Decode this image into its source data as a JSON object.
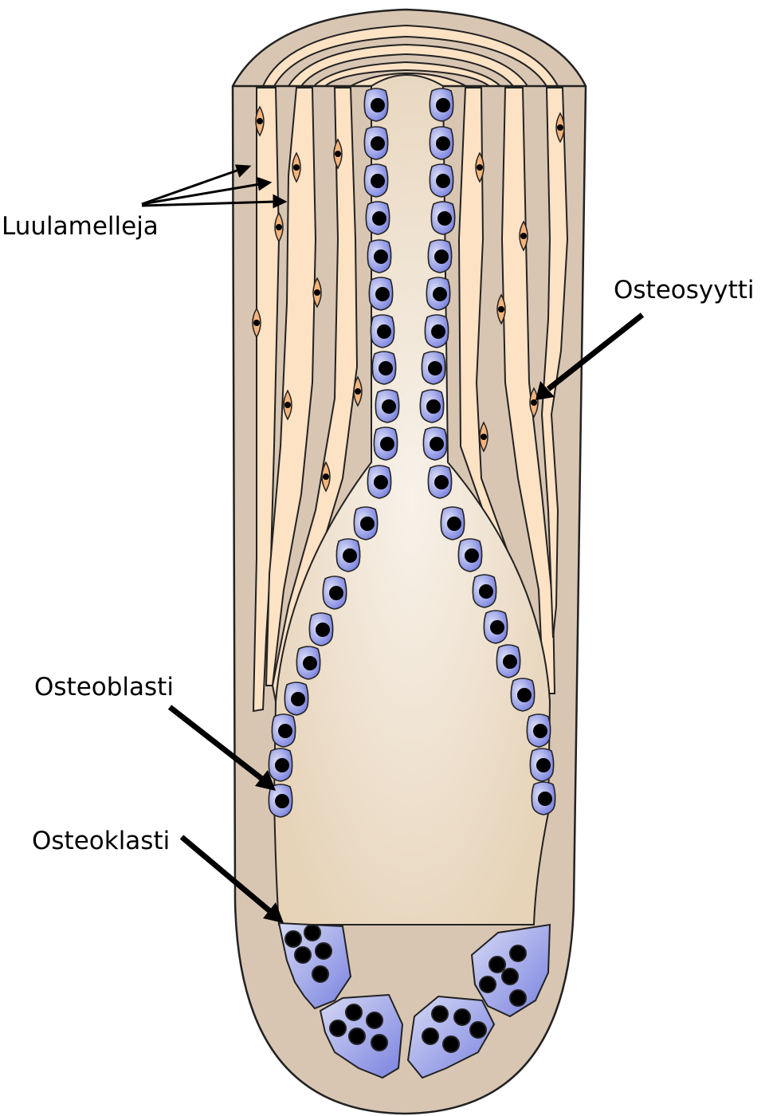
{
  "labels": {
    "lamellae": "Luulamelleja",
    "osteocyte": "Osteosyytti",
    "osteoblast": "Osteoblasti",
    "osteoclast": "Osteoklasti"
  },
  "colors": {
    "outer_bone": "#d8c6b3",
    "lamella": "#fde2c4",
    "canal_light": "#f8f2ea",
    "canal_dark": "#e6d3b8",
    "osteoblast_light": "#d8dcf3",
    "osteoblast_dark": "#6f78de",
    "osteocyte": "#f5b47c",
    "nucleus": "#000000",
    "outline": "#222222"
  }
}
